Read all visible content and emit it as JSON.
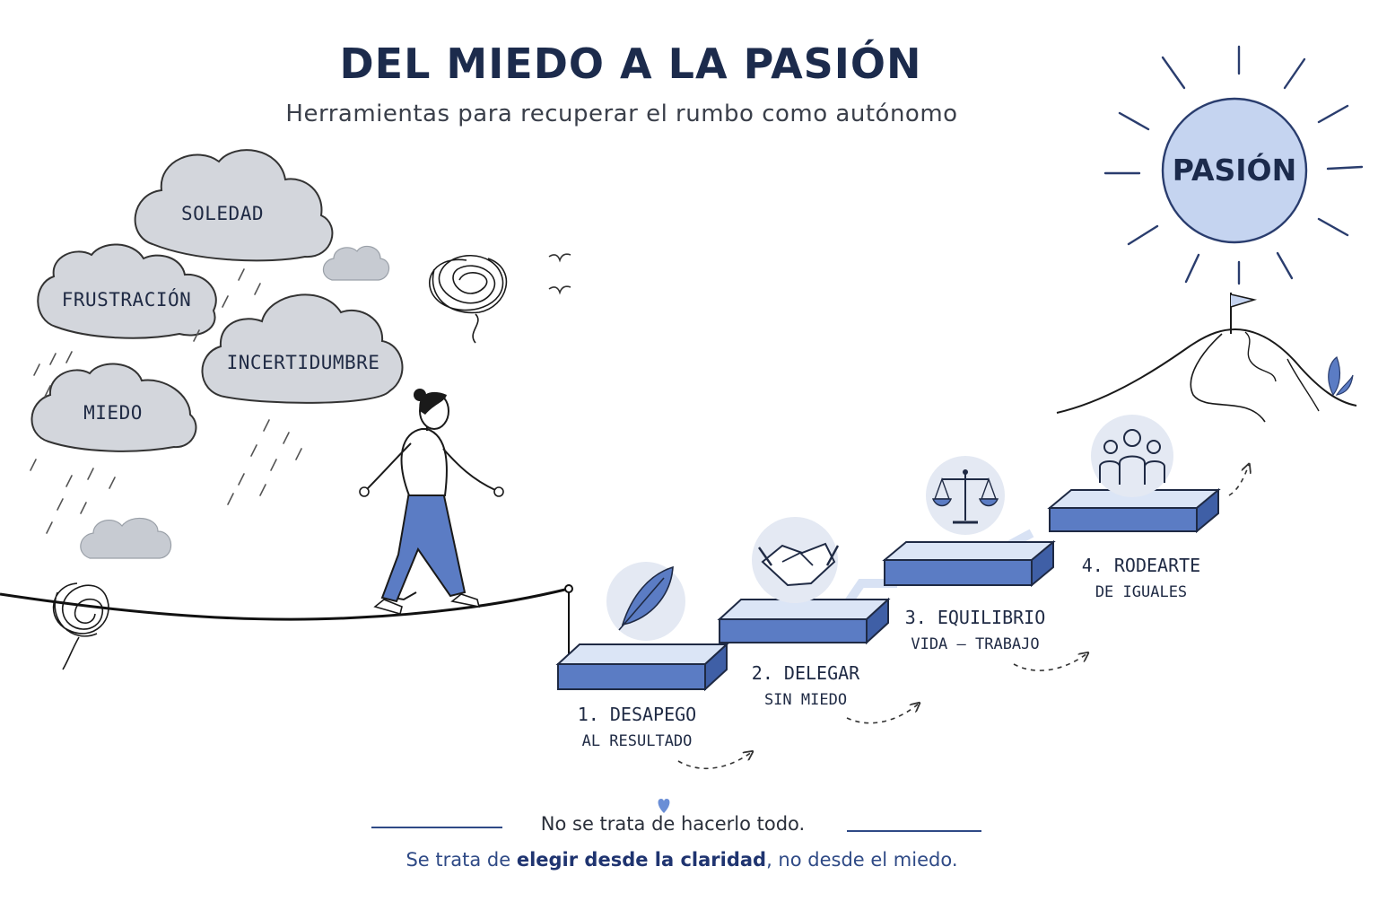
{
  "header": {
    "title": "DEL MIEDO A LA PASIÓN",
    "subtitle": "Herramientas para recuperar el rumbo como autónomo"
  },
  "clouds": [
    {
      "label": "SOLEDAD"
    },
    {
      "label": "FRUSTRACIÓN"
    },
    {
      "label": "INCERTIDUMBRE"
    },
    {
      "label": "MIEDO"
    }
  ],
  "goal": {
    "label": "PASIÓN"
  },
  "steps": [
    {
      "title": "1. DESAPEGO",
      "subtitle": "AL RESULTADO",
      "icon": "feather-icon"
    },
    {
      "title": "2. DELEGAR",
      "subtitle": "SIN MIEDO",
      "icon": "handshake-icon"
    },
    {
      "title": "3. EQUILIBRIO",
      "subtitle": "VIDA – TRABAJO",
      "icon": "scales-icon"
    },
    {
      "title": "4. RODEARTE",
      "subtitle": "DE IGUALES",
      "icon": "people-icon"
    }
  ],
  "quote": {
    "line1": "No se trata de hacerlo todo.",
    "line2_a": "Se trata de ",
    "line2_b": "elegir desde la claridad",
    "line2_c": ", no desde el miedo."
  },
  "colors": {
    "accent": "#5b7cc4",
    "accent_light": "#c8d6f0",
    "cloud": "#d3d6dc",
    "ink": "#1f2a44"
  }
}
